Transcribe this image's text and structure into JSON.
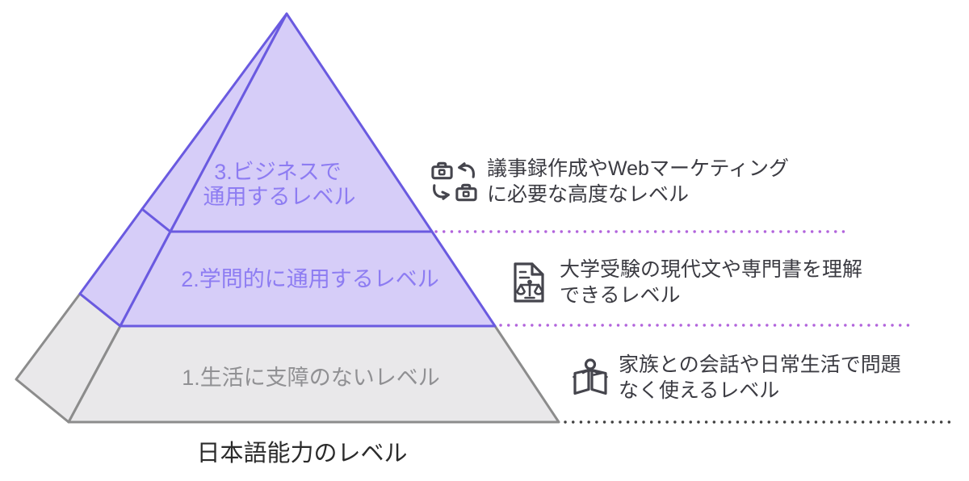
{
  "diagram_title": "日本語能力のレベル",
  "colors": {
    "purple_fill": "#d6cdf8",
    "purple_border": "#6a5ae0",
    "purple_label_text": "#8d7cf2",
    "gray_fill": "#e9e8ea",
    "gray_border": "#8c8c8c",
    "gray_label_text": "#909093",
    "annotation_text": "#3b3b42",
    "dotted_line_purple": "#b264dc",
    "dotted_line_dark": "#414141",
    "icon_color": "#45454d",
    "caption_text": "#2b2b2b",
    "background": "#ffffff"
  },
  "pyramid": {
    "caption": "日本語能力のレベル",
    "levels": [
      {
        "rank": 3,
        "color": "purple",
        "lines": [
          "3.ビジネスで",
          "通用するレベル"
        ]
      },
      {
        "rank": 2,
        "color": "purple",
        "lines": [
          "2.学問的に通用するレベル"
        ]
      },
      {
        "rank": 1,
        "color": "gray",
        "lines": [
          "1.生活に支障のないレベル"
        ]
      }
    ]
  },
  "annotations": [
    {
      "icon": "briefcase-exchange-icon",
      "lines": [
        "議事録作成やWebマーケティング",
        "に必要な高度なレベル"
      ]
    },
    {
      "icon": "document-scales-icon",
      "lines": [
        "大学受験の現代文や専門書を理解",
        "できるレベル"
      ]
    },
    {
      "icon": "person-reading-icon",
      "lines": [
        "家族との会話や日常生活で問題",
        "なく使えるレベル"
      ]
    }
  ]
}
